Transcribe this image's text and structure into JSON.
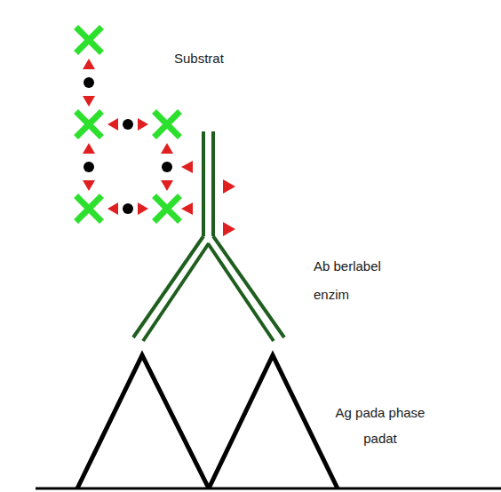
{
  "diagram": {
    "labels": [
      "Substrat",
      "Ab berlabel enzim",
      "Ag pada phase padat"
    ]
  }
}
